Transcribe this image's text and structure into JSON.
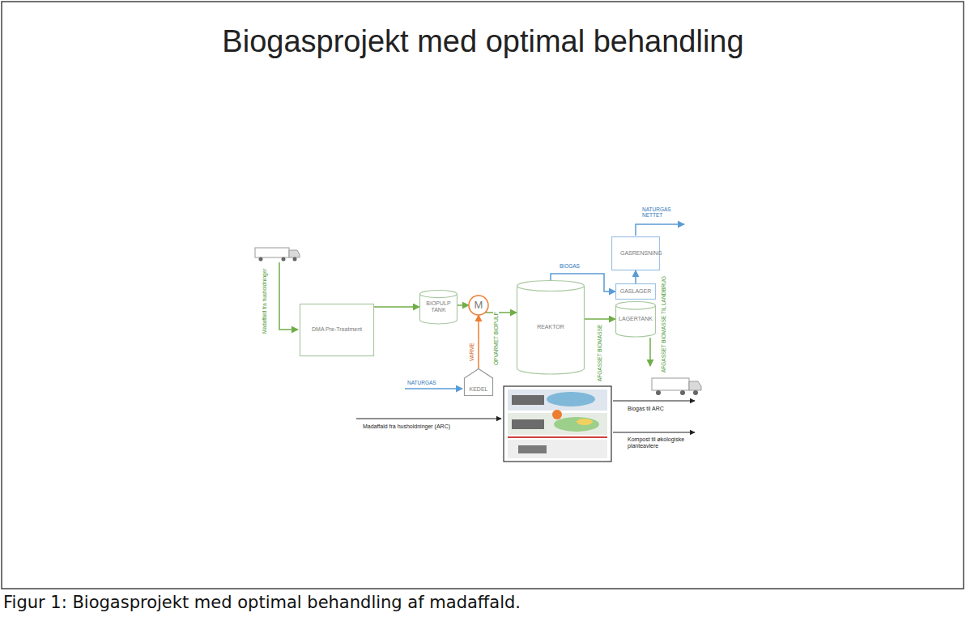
{
  "diagram": {
    "title": "Biogasprojekt med optimal behandling",
    "caption": "Figur 1: Biogasprojekt med optimal behandling af madaffald.",
    "nodes": [
      {
        "text": [
          "DMA Pre-Treatment"
        ]
      },
      {
        "text": [
          "BIOPULP TANK"
        ]
      },
      {
        "text": [
          "M"
        ]
      },
      {
        "text": [
          "REAKTOR"
        ]
      },
      {
        "text": [
          "GASLAGER"
        ]
      },
      {
        "text": [
          "LAGERTANK"
        ]
      },
      {
        "text": [
          "GASRENSNING"
        ]
      },
      {
        "text": [
          "KEDEL"
        ]
      }
    ],
    "edges": [
      {
        "from": 0,
        "to": 1,
        "arrow": "to"
      },
      {
        "from": 1,
        "to": 2,
        "arrow": "to"
      },
      {
        "from": 2,
        "to": 3,
        "label": "OPVARMET BIOPULP",
        "arrow": "to"
      },
      {
        "from": 7,
        "to": 2,
        "label": "VARME",
        "arrow": "to"
      },
      {
        "from": 3,
        "to": 4,
        "label": "BIOGAS",
        "arrow": "to"
      },
      {
        "from": 3,
        "to": 5,
        "label": "AFGASSET BIOMASSE",
        "arrow": "to"
      },
      {
        "from": 4,
        "to": 6,
        "arrow": "to"
      }
    ],
    "labels": [
      "Madaffald fra husholdninger",
      "NATURGAS",
      "NATURGAS NETTET",
      "AFGASSET BIOMASSE TIL LANDBRUG",
      "Madaffald fra husholdninger (ARC)",
      "Biogas til ARC",
      "Kompost til økologiske planteavlere"
    ]
  }
}
